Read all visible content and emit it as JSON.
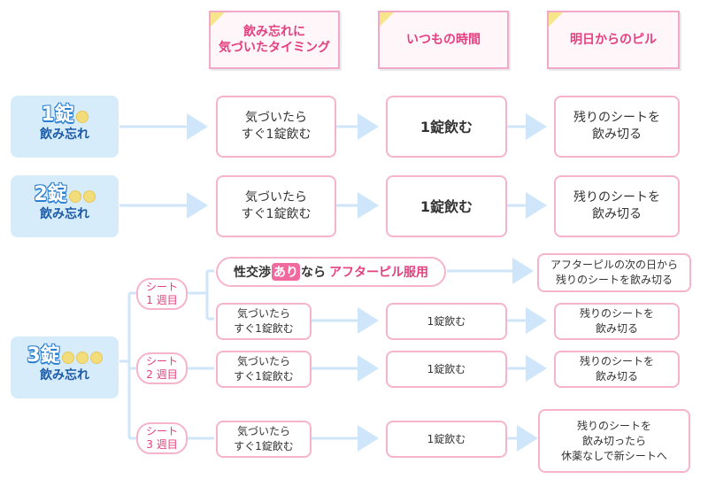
{
  "headers": [
    "飲み忘れに\n気づいたタイミング",
    "いつもの時間",
    "明日からのピル"
  ],
  "rows": {
    "r1": {
      "num": "1錠",
      "sub": "飲み忘れ",
      "coins": 1
    },
    "r2": {
      "num": "2錠",
      "sub": "飲み忘れ",
      "coins": 2
    },
    "r3": {
      "num": "3錠",
      "sub": "飲み忘れ",
      "coins": 3
    }
  },
  "boxes": {
    "notice": "気づいたら\nすぐ1錠飲む",
    "take_one": "1錠飲む",
    "finish_sheet": "残りのシートを\n飲み切る",
    "week3_final": "残りのシートを\n飲み切ったら\n休薬なしで新シートへ"
  },
  "sheet_weeks": [
    "シート\n1 週目",
    "シート\n2 週目",
    "シート\n3 週目"
  ],
  "afterpill": {
    "before": "性交渉",
    "highlight": "あり",
    "middle": "なら",
    "pink": "アフターピル服用",
    "result": "アフターピルの次の日から\n残りのシートを飲み切る"
  },
  "colors": {
    "pink_border": "#f6b4cb",
    "pink_text": "#e4407f",
    "blue_label_bg": "#d6ecfb",
    "blue_arrow": "#cfe6fa",
    "coin": "#f3dc7a"
  }
}
